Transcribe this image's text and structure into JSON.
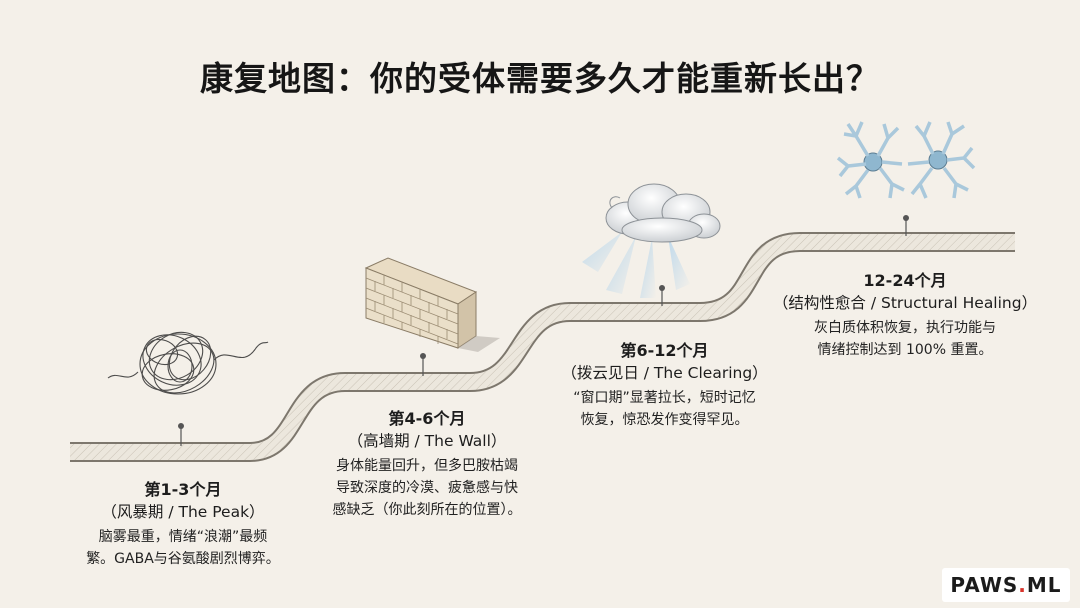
{
  "title": "康复地图：你的受体需要多久才能重新长出？",
  "stages": [
    {
      "period": "第1-3个月",
      "name": "（风暴期 / The Peak）",
      "desc_lines": [
        "脑雾最重，情绪“浪潮”最频",
        "繁。GABA与谷氨酸剧烈博弈。"
      ],
      "icon": "tangled-scribble-icon"
    },
    {
      "period": "第4-6个月",
      "name": "（高墙期 / The Wall）",
      "desc_lines": [
        "身体能量回升，但多巴胺枯竭",
        "导致深度的冷漠、疲惫感与快",
        "感缺乏（你此刻所在的位置）。"
      ],
      "icon": "brick-wall-icon"
    },
    {
      "period": "第6-12个月",
      "name": "（拨云见日 / The Clearing）",
      "desc_lines": [
        "“窗口期”显著拉长，短时记忆",
        "恢复，惊恐发作变得罕见。"
      ],
      "icon": "cloud-sunbeam-icon"
    },
    {
      "period": "12-24个月",
      "name": "（结构性愈合 / Structural Healing）",
      "desc_lines": [
        "灰白质体积恢复，执行功能与",
        "情绪控制达到 100% 重置。"
      ],
      "icon": "neurons-icon"
    }
  ],
  "brand": {
    "name": "PAWS",
    "dot": ".",
    "suffix": "ML"
  },
  "colors": {
    "background": "#f4f0e9",
    "path": "#e7e2d8",
    "neuron": "#8fb7cf",
    "brand_dot": "#d8342b"
  }
}
